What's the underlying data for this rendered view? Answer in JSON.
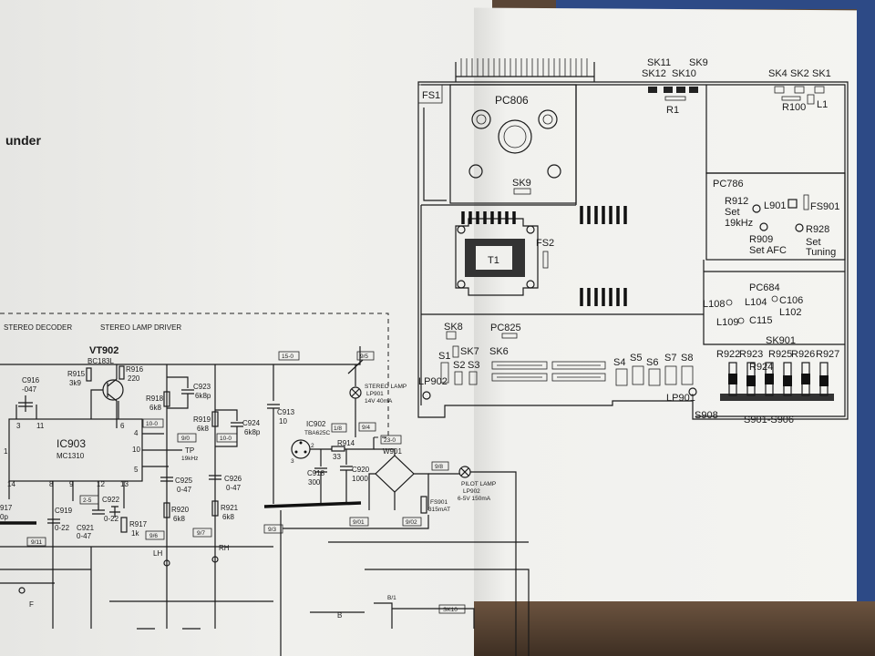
{
  "heading": "under",
  "section_labels": {
    "stereo_decoder": "STEREO DECODER",
    "stereo_lamp_driver": "STEREO LAMP DRIVER"
  },
  "components": {
    "vt902": {
      "ref": "VT902",
      "part": "BC183L"
    },
    "ic903": {
      "ref": "IC903",
      "part": "MC1310"
    },
    "ic902": {
      "ref": "IC902",
      "part": "TBA625C"
    },
    "c916": {
      "ref": "C916",
      "value": "-047"
    },
    "r915": {
      "ref": "R915",
      "value": "3k9"
    },
    "r916": {
      "ref": "R916",
      "value": "220"
    },
    "r918": {
      "ref": "R918",
      "value": "6k8"
    },
    "c923": {
      "ref": "C923",
      "value": "6k8p"
    },
    "r919": {
      "ref": "R919",
      "value": "6k8"
    },
    "c924": {
      "ref": "C924",
      "value": "6k8p"
    },
    "c913": {
      "ref": "C913",
      "value": "10"
    },
    "r914": {
      "ref": "R914",
      "value": "33"
    },
    "c918": {
      "ref": "C918",
      "value": "300"
    },
    "c920": {
      "ref": "C920",
      "value": "1000"
    },
    "w901": {
      "ref": "W901"
    },
    "c925": {
      "ref": "C925",
      "value": "0-47"
    },
    "c926": {
      "ref": "C926",
      "value": "0-47"
    },
    "r920": {
      "ref": "R920",
      "value": "6k8"
    },
    "r921": {
      "ref": "R921",
      "value": "6k8"
    },
    "c919": {
      "ref": "C919",
      "value": "0-22"
    },
    "c921": {
      "ref": "C921",
      "value": "0-47"
    },
    "c922": {
      "ref": "C922",
      "value": "0-22"
    },
    "r917": {
      "ref": "R917",
      "value": "1k"
    },
    "fs901": {
      "ref": "FS901",
      "value": "315mAT"
    },
    "tp": {
      "ref": "TP",
      "value": "19kHz"
    },
    "lp901": {
      "label": "STEREO LAMP",
      "ref": "LP901",
      "value": "14V 40mA"
    },
    "lp902": {
      "label": "PILOT LAMP",
      "ref": "LP902",
      "value": "6-5V 150mA"
    }
  },
  "pin_numbers": [
    "3",
    "11",
    "1",
    "6",
    "4",
    "10",
    "5",
    "14",
    "8",
    "9",
    "12",
    "13",
    "2",
    "3"
  ],
  "node_tags": [
    "15-0",
    "9/5",
    "10-0",
    "9/0",
    "10-0",
    "9/4",
    "23-0",
    "9/8",
    "1/8",
    "2-5",
    "9/6",
    "9/7",
    "9/3",
    "9/01",
    "9/02",
    "9/11",
    "B/1",
    "SK10"
  ],
  "edge_labels": {
    "lh": "LH",
    "rh": "RH",
    "b3": "B",
    "f": "F",
    "partial1": "917",
    "partial2": "0p"
  },
  "board": {
    "fs1": "FS1",
    "pc806": "PC806",
    "sk9": "SK9",
    "sk11": "SK11",
    "sk9b": "SK9",
    "sk12": "SK12",
    "sk10": "SK10",
    "r1": "R1",
    "sk4": "SK4",
    "sk2": "SK2",
    "sk1": "SK1",
    "r100": "R100",
    "l1": "L1",
    "pc786": "PC786",
    "r912": "R912",
    "set1": "Set",
    "f19": "19kHz",
    "l901": "L901",
    "fs901b": "FS901",
    "r909": "R909",
    "set_afc": "Set AFC",
    "r928": "R928",
    "set2": "Set",
    "tuning": "Tuning",
    "t1": "T1",
    "fs2": "FS2",
    "pc684": "PC684",
    "l108": "L108",
    "l104": "L104",
    "c106": "C106",
    "l102": "L102",
    "l109": "L109",
    "c115": "C115",
    "sk901": "SK901",
    "r922": "R922",
    "r923": "R923",
    "r925": "R925",
    "r926": "R926",
    "r927": "R927",
    "r924": "R924",
    "sk8": "SK8",
    "pc825": "PC825",
    "sk7": "SK7",
    "sk6": "SK6",
    "s1": "S1",
    "s2": "S2",
    "s3": "S3",
    "s4": "S4",
    "s5": "S5",
    "s6": "S6",
    "s7": "S7",
    "s8": "S8",
    "lp902b": "LP902",
    "lp901b": "LP901",
    "s908": "S908",
    "s901_s906": "S901-S906"
  }
}
